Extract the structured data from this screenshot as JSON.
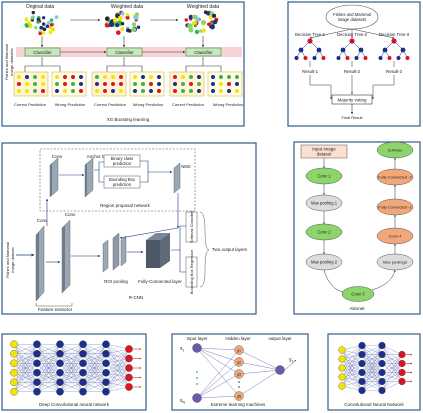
{
  "xgboost": {
    "side_label_1": "Fishes and Mammal",
    "side_label_2": "image datasets",
    "original_data": "Original data",
    "weighted_data_1": "Weighted data",
    "weighted_data_2": "Weighted data",
    "classifier": "Classifier",
    "correct_prediction": "Correct Prediction",
    "wrong_prediction": "Wrong Prediction",
    "caption": "XG Boosting learning"
  },
  "random_forest": {
    "dataset_1": "Fishes and Mammal",
    "dataset_2": "image datasets",
    "trees": [
      "Decision Tree-1",
      "Decision Tree-2",
      "Decision Tree-3"
    ],
    "results": [
      "Result-1",
      "Result-2",
      "Result-3"
    ],
    "voting": "Majority voting",
    "final": "Final Result"
  },
  "rcnn": {
    "side_label_1": "Fishes and Mammal",
    "side_label_2": "image dataset",
    "conv": "Conv",
    "anchor_box": "Anchor box",
    "binary_1": "Binary class",
    "binary_2": "prediction",
    "bbox_1": "Bounding Box",
    "bbox_2": "prediction",
    "nms": "NMS",
    "rpn": "Region proposal network",
    "feature_extractor": "Feature extractor",
    "roi": "ROI pooling",
    "fc": "Fully-Connected layer",
    "softmax_classifier": "Softmax Classifier",
    "bbox_regressor": "Bounding Box Regressor",
    "two_output": "Two output layers",
    "caption": "R-CNN"
  },
  "alexnet": {
    "input_1": "Input image",
    "input_2": "dataset",
    "left_column": [
      "Conv 1",
      "Max pooling 1",
      "Conv 2",
      "Max pooling 2"
    ],
    "bottom": "Conv 3",
    "right_column": [
      "Softmax",
      "Fully Connected -2",
      "Fully Connected -1",
      "Conv 4",
      "Max pooling3"
    ],
    "caption": "Alexnet"
  },
  "dcnn": {
    "caption": "Deep Convolutional neural network"
  },
  "elm": {
    "input_layer": "Input layer",
    "hidden_layer": "Hidden layer",
    "output_layer": "output layer",
    "x1": "x",
    "x1_sub": "1",
    "xn": "x",
    "xn_sub": "N",
    "y1": "y",
    "y1_sub": "1",
    "hidden_nodes": [
      "g1",
      "g2",
      "g3",
      "gN"
    ],
    "caption": "Extreme learning machines"
  },
  "cnn": {
    "caption": "Convolutional Neural Network"
  },
  "colors": {
    "panel_border": "#2e5c8a",
    "classifier_fill": "#c8e6c0",
    "pink_band": "#f7d3d6",
    "navy_node": "#1c2f8c",
    "yellow_node": "#f2e600",
    "red_node": "#e0141e",
    "orange_node": "#f2a77a",
    "green_node": "#8dd46a",
    "grey_node": "#dcdcdc"
  }
}
